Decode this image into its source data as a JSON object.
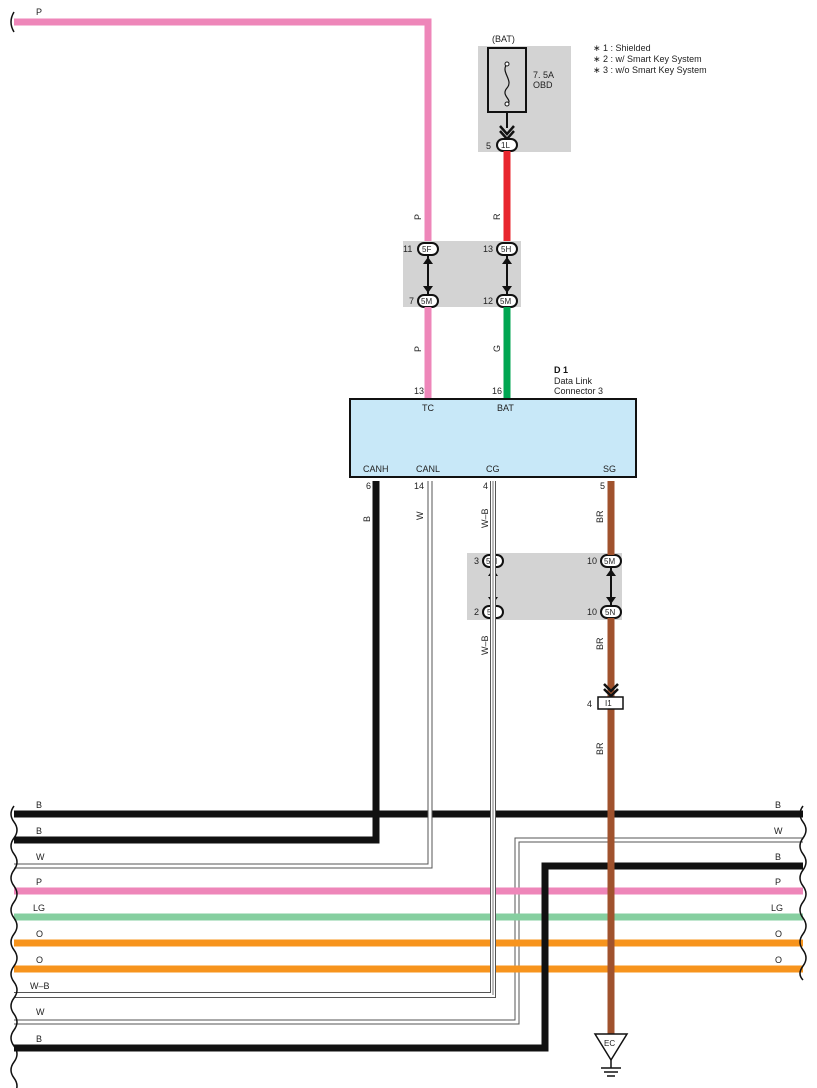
{
  "colors": {
    "pink": "#ee86b9",
    "red": "#e8262e",
    "green": "#00a651",
    "black": "#111111",
    "brown": "#a0522d",
    "light_green": "#86cfa0",
    "orange": "#f7941d",
    "white_wire": "#ffffff",
    "connector_fill": "#c8e8f8",
    "junction_box": "#d3d3d3"
  },
  "notes": [
    "∗ 1 : Shielded",
    "∗ 2 : w/ Smart Key System",
    "∗ 3 : w/o Smart Key System"
  ],
  "battery": {
    "label": "(BAT)",
    "fuse_rating": "7. 5A",
    "fuse_name": "OBD",
    "connector": "1L",
    "pin": "5"
  },
  "top_wire_label": "P",
  "junction1": {
    "left_top": {
      "pin": "11",
      "conn": "5F"
    },
    "right_top": {
      "pin": "13",
      "conn": "5H"
    },
    "left_bottom": {
      "pin": "7",
      "conn": "5M"
    },
    "right_bottom": {
      "pin": "12",
      "conn": "5M"
    }
  },
  "wire_labels": {
    "upper_left": "P",
    "upper_right": "R",
    "lower_left": "P",
    "lower_right": "G"
  },
  "dlc": {
    "id": "D 1",
    "name_line1": "Data Link",
    "name_line2": "Connector 3",
    "top_pins": [
      {
        "num": "13",
        "name": "TC"
      },
      {
        "num": "16",
        "name": "BAT"
      }
    ],
    "bottom_pins": [
      {
        "num": "6",
        "name": "CANH",
        "wire": "B"
      },
      {
        "num": "14",
        "name": "CANL",
        "wire": "W"
      },
      {
        "num": "4",
        "name": "CG",
        "wire": "W–B"
      },
      {
        "num": "5",
        "name": "SG",
        "wire": "BR"
      }
    ]
  },
  "junction2": {
    "left_top": {
      "pin": "3",
      "conn": "5M"
    },
    "right_top": {
      "pin": "10",
      "conn": "5M"
    },
    "left_bottom": {
      "pin": "2",
      "conn": "5L"
    },
    "right_bottom": {
      "pin": "10",
      "conn": "5N"
    }
  },
  "lower_wire_labels": {
    "cg": "W–B",
    "sg_mid": "BR",
    "sg_low": "BR"
  },
  "i1": {
    "pin": "4",
    "conn": "I1"
  },
  "ground": "EC",
  "bus_left": [
    "B",
    "B",
    "W",
    "P",
    "LG",
    "O",
    "O",
    "W–B",
    "W",
    "B"
  ],
  "bus_right": [
    "B",
    "W",
    "B",
    "P",
    "LG",
    "O",
    "O"
  ]
}
